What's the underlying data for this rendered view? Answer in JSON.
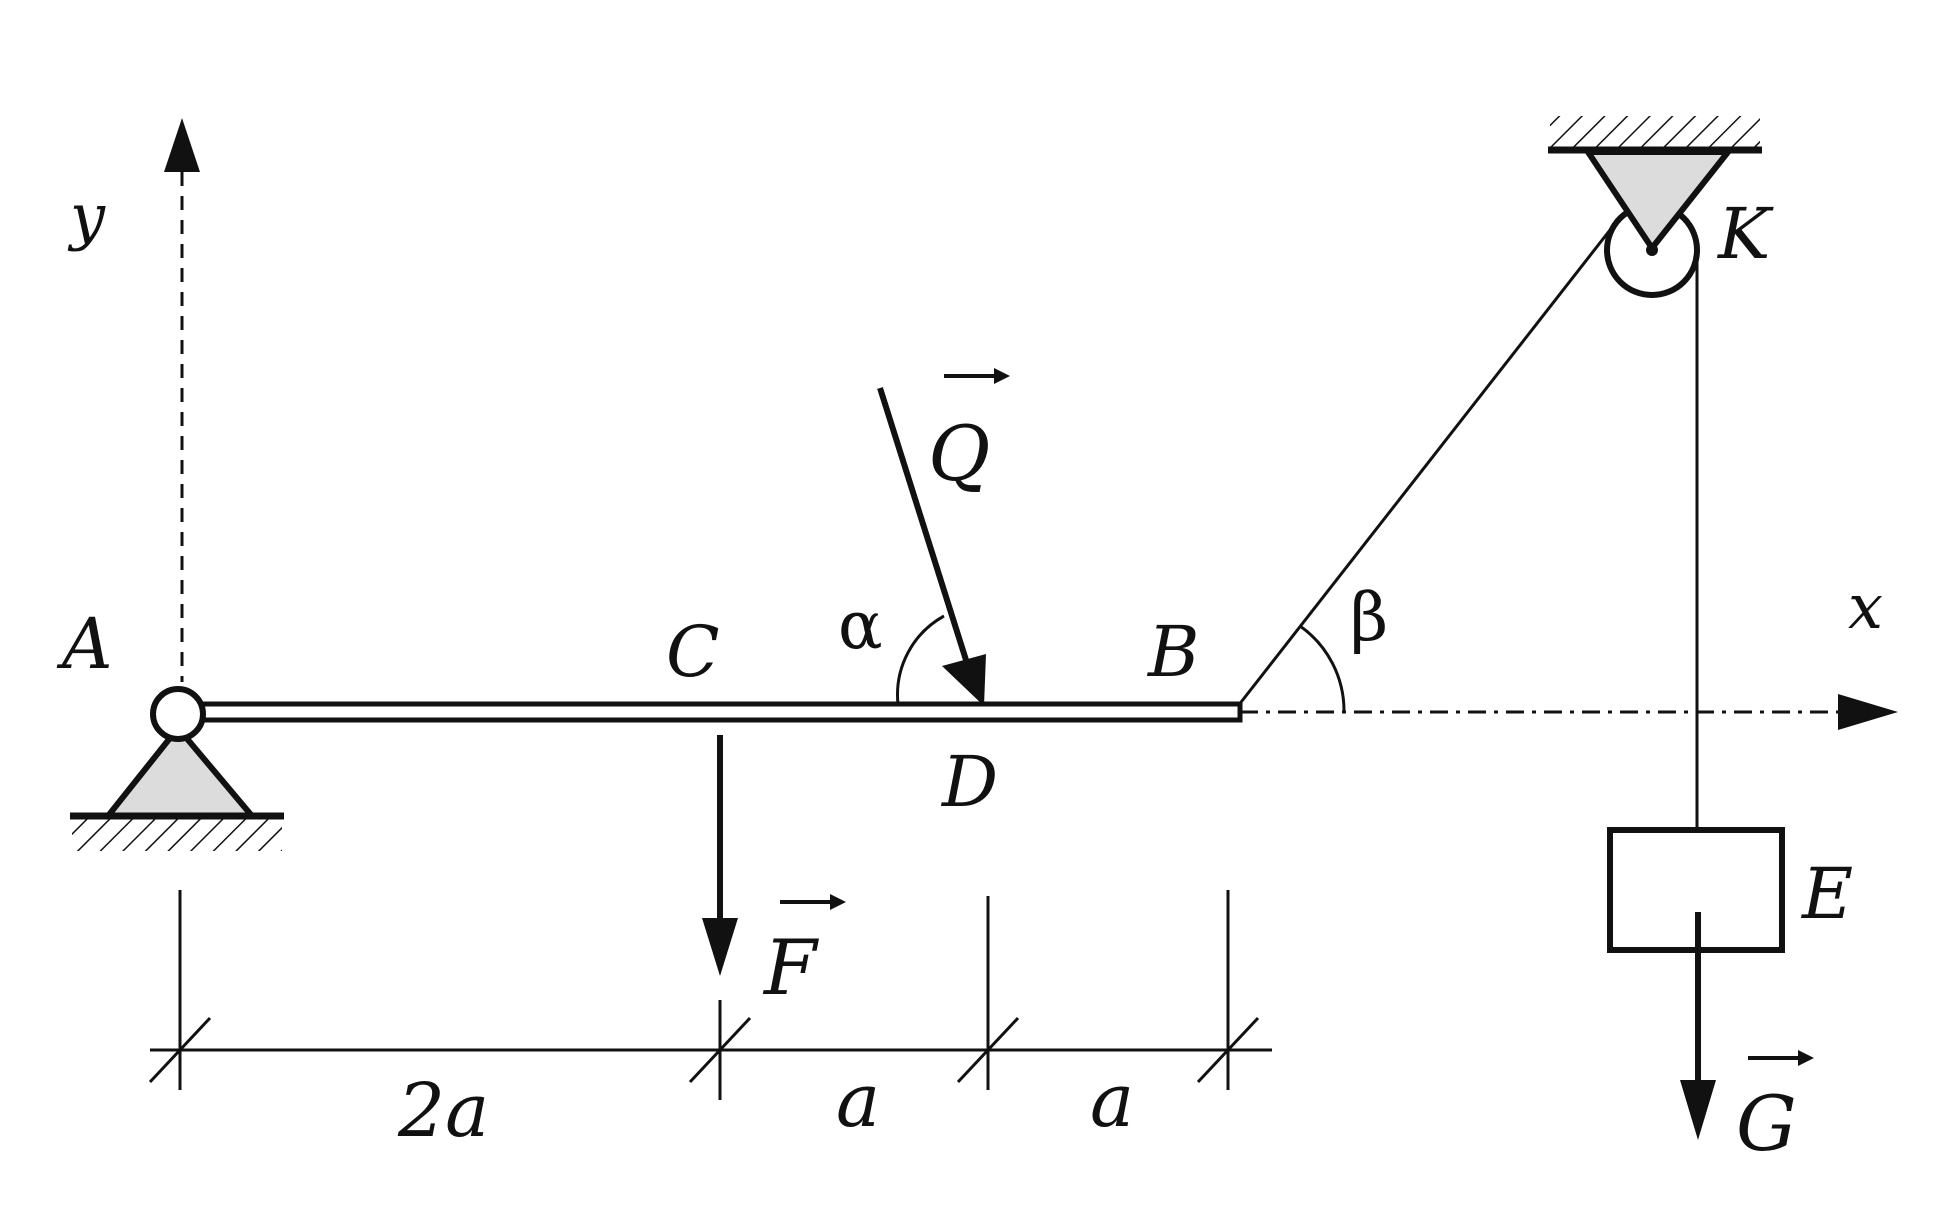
{
  "points": {
    "A": "A",
    "B": "B",
    "C": "C",
    "D": "D",
    "K": "K",
    "E": "E"
  },
  "axes": {
    "x": "x",
    "y": "y"
  },
  "forces": {
    "F": "F",
    "Q": "Q",
    "G": "G"
  },
  "angles": {
    "alpha": "α",
    "beta": "β"
  },
  "dimensions": [
    "2a",
    "a",
    "a"
  ],
  "colors": {
    "ink": "#111111",
    "support_fill": "#dcdcdc",
    "background": "#ffffff"
  }
}
